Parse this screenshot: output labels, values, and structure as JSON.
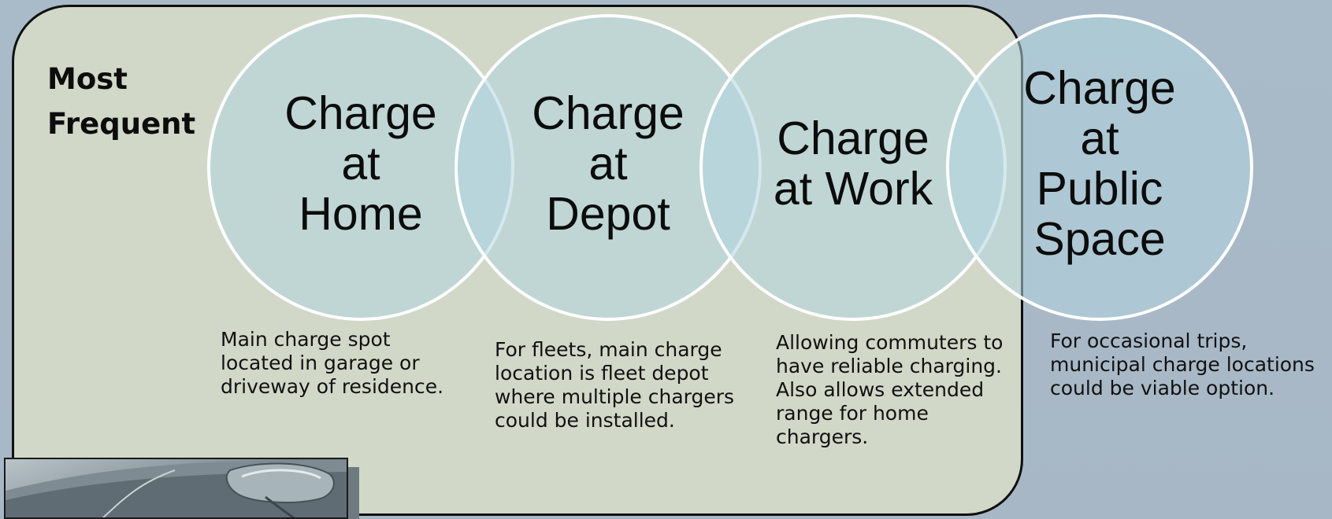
{
  "title": "Most\nFrequent",
  "circles": [
    {
      "label": "Charge\nat\nHome",
      "description": "Main charge spot\nlocated in garage or\ndriveway of residence."
    },
    {
      "label": "Charge\nat\nDepot",
      "description": "For fleets, main charge\nlocation is fleet depot\nwhere multiple chargers\ncould be installed."
    },
    {
      "label": "Charge\nat Work",
      "description": "Allowing commuters to\nhave reliable charging.\nAlso allows extended\nrange for home\nchargers."
    },
    {
      "label": "Charge\nat\nPublic\nSpace",
      "description": "For occasional trips,\nmunicipal charge locations\ncould be viable option."
    }
  ],
  "colors": {
    "background": "#a9bac8",
    "panel": "#d1d8c8",
    "circle_fill": "#b0d6df",
    "circle_stroke": "#ffffff"
  },
  "image": "car-side-mirror-photo"
}
